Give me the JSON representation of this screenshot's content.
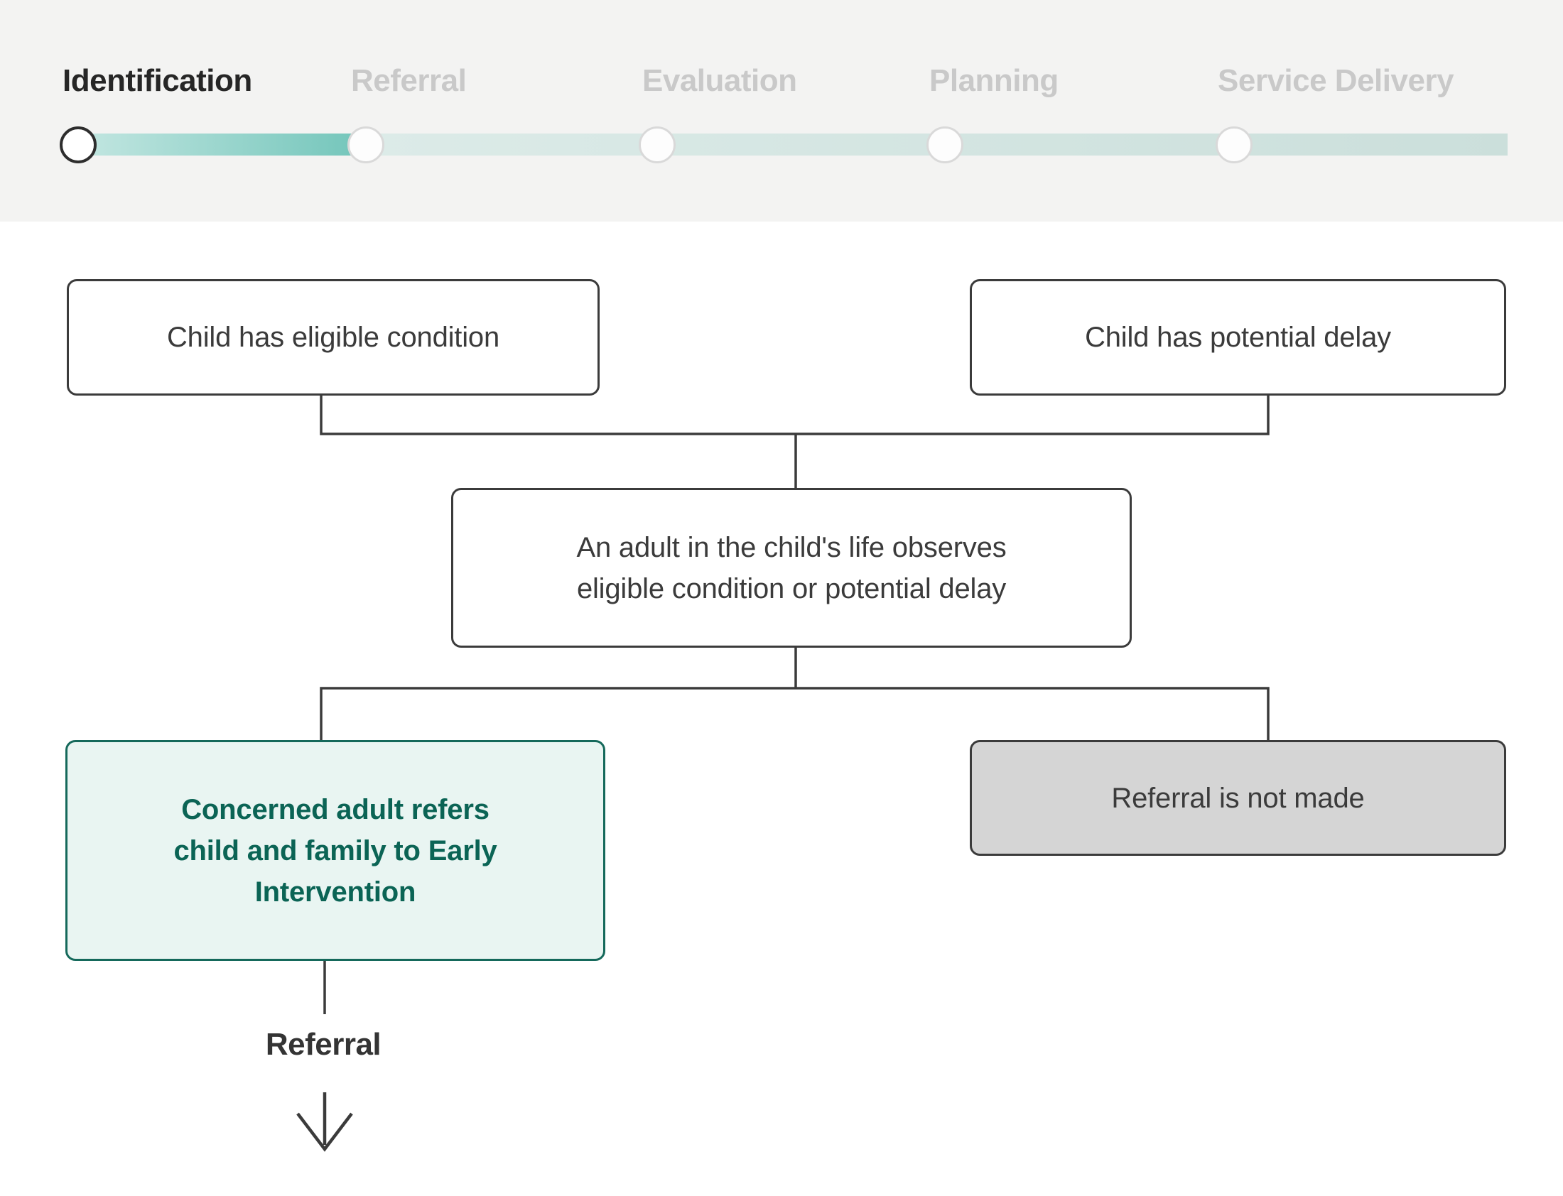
{
  "stepper": {
    "steps": [
      {
        "label": "Identification",
        "state": "active"
      },
      {
        "label": "Referral",
        "state": "upcoming"
      },
      {
        "label": "Evaluation",
        "state": "upcoming"
      },
      {
        "label": "Planning",
        "state": "upcoming"
      },
      {
        "label": "Service Delivery",
        "state": "upcoming"
      }
    ]
  },
  "flowchart": {
    "nodes": {
      "eligible_condition": {
        "label": "Child has eligible condition",
        "variant": "outline"
      },
      "potential_delay": {
        "label": "Child has potential delay",
        "variant": "outline"
      },
      "adult_observes": {
        "lines": [
          "An adult in the child's life observes",
          "eligible condition or potential delay"
        ],
        "variant": "outline"
      },
      "refer_to_ei": {
        "lines": [
          "Concerned adult refers",
          "child and family to Early",
          "Intervention"
        ],
        "variant": "highlight"
      },
      "referral_not_made": {
        "label": "Referral is not made",
        "variant": "disabled"
      }
    },
    "outflow_label": "Referral",
    "arrow_icon": "arrow-down-icon"
  },
  "colors": {
    "band_bg": "#f3f3f2",
    "accent_teal": "#0b6455",
    "teal_node_bg": "#e9f5f2",
    "teal_node_border": "#15695b",
    "progress_start": "#c7e8e3",
    "progress_end": "#72c5ba",
    "track_start": "#dcebe8",
    "track_end": "#cbdfdb",
    "node_border": "#3b3b3b",
    "node_text": "#3b3b3b",
    "gray_node_bg": "#d5d5d5",
    "inactive_label": "#c9c9c9",
    "active_label": "#262626",
    "circle_active_border": "#2d2d2d",
    "circle_inactive_border": "#d9d9d9",
    "connector": "#3b3b3b",
    "page_bg": "#ffffff"
  }
}
